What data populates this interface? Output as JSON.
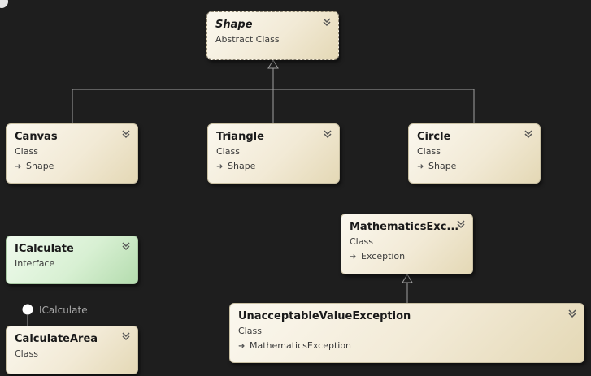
{
  "colors": {
    "background": "#1e1e1e",
    "connector": "#a0a0a0",
    "class_fill": "#f2ead6",
    "interface_fill": "#d8f0d3"
  },
  "shapes": [
    {
      "id": "shape",
      "title": "Shape",
      "kind": "Abstract Class",
      "base": "",
      "italic": true,
      "abstract": true,
      "interface": false
    },
    {
      "id": "canvas",
      "title": "Canvas",
      "kind": "Class",
      "base": "Shape",
      "italic": false,
      "abstract": false,
      "interface": false
    },
    {
      "id": "triangle",
      "title": "Triangle",
      "kind": "Class",
      "base": "Shape",
      "italic": false,
      "abstract": false,
      "interface": false
    },
    {
      "id": "circle",
      "title": "Circle",
      "kind": "Class",
      "base": "Shape",
      "italic": false,
      "abstract": false,
      "interface": false
    },
    {
      "id": "icalculate",
      "title": "ICalculate",
      "kind": "Interface",
      "base": "",
      "italic": false,
      "abstract": false,
      "interface": true
    },
    {
      "id": "mathexc",
      "title": "MathematicsExc...",
      "kind": "Class",
      "base": "Exception",
      "italic": false,
      "abstract": false,
      "interface": false
    },
    {
      "id": "calcarea",
      "title": "CalculateArea",
      "kind": "Class",
      "base": "",
      "italic": false,
      "abstract": false,
      "interface": false
    },
    {
      "id": "unaccept",
      "title": "UnacceptableValueException",
      "kind": "Class",
      "base": "MathematicsException",
      "italic": false,
      "abstract": false,
      "interface": false
    }
  ],
  "lollipop": {
    "label": "ICalculate"
  },
  "icons": {
    "toggle": "double-chevron-down-icon",
    "inherit": "arrow-right-icon"
  }
}
